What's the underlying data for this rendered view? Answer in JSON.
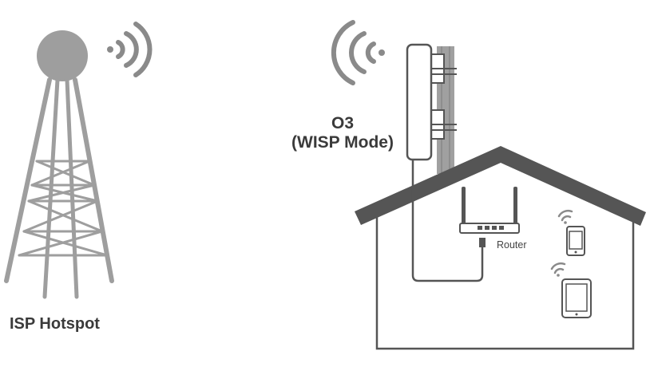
{
  "labels": {
    "isp_hotspot": "ISP Hotspot",
    "o3_title": "O3",
    "o3_mode": "(WISP Mode)",
    "router": "Router"
  },
  "colors": {
    "tower": "#9e9e9e",
    "signal": "#8a8a8a",
    "roof": "#555555",
    "outline": "#555555",
    "pole": "#a0a0a0",
    "text": "#3a3a3a"
  },
  "icons": [
    "radio-tower-icon",
    "wifi-signal-icon",
    "cpe-antenna-icon",
    "house-icon",
    "router-icon",
    "smartphone-icon",
    "tablet-icon"
  ]
}
